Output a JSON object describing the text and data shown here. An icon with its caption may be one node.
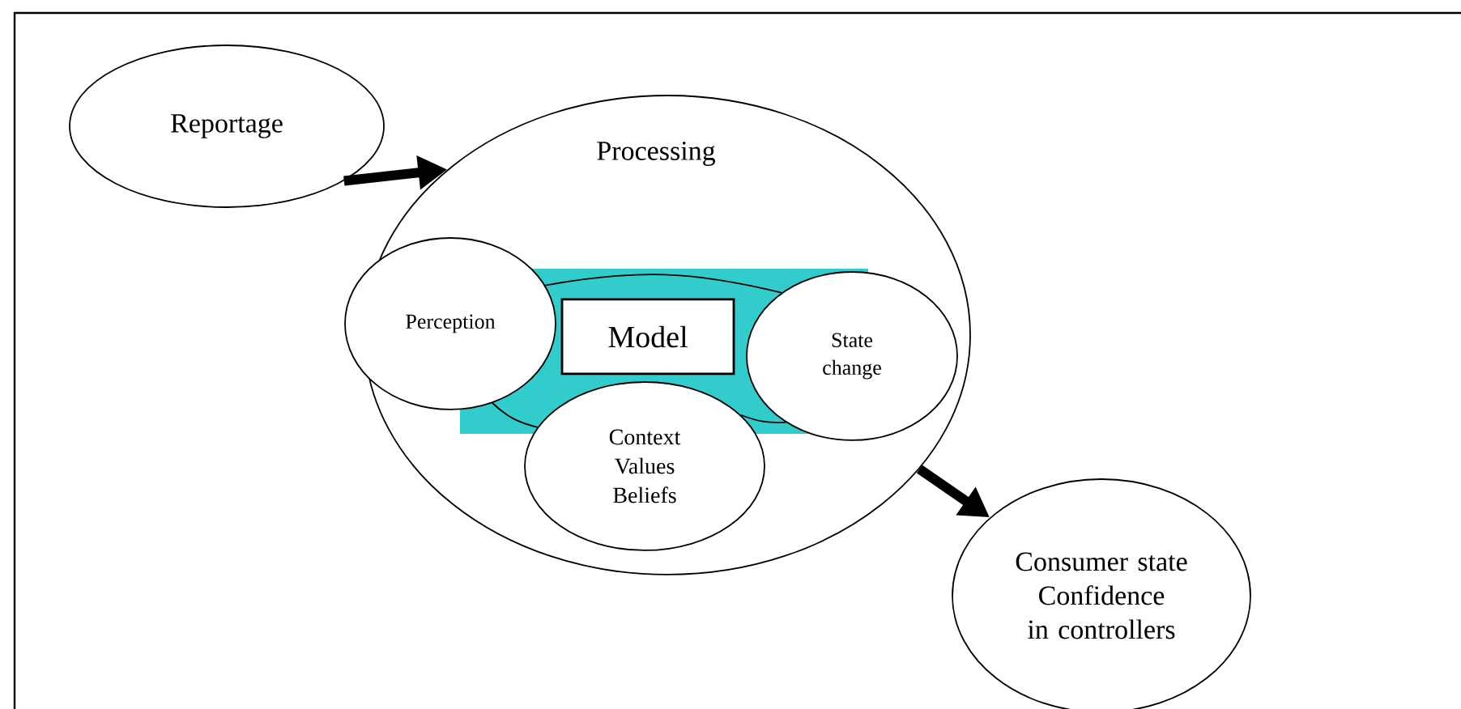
{
  "diagram": {
    "nodes": [
      {
        "text": [
          "Reportage"
        ]
      },
      {
        "text": [
          "Processing"
        ]
      },
      {
        "text": [
          "Perception"
        ],
        "in": 1
      },
      {
        "text": [
          "Model"
        ],
        "in": 1
      },
      {
        "text": [
          "State change"
        ],
        "in": 1
      },
      {
        "text": [
          "Context Values Beliefs"
        ],
        "in": 1
      },
      {
        "text": [
          "Consumer state Confidence in controllers"
        ]
      }
    ],
    "edges": [
      {
        "from": 0,
        "to": 1,
        "arrow": "to",
        "style": "thick"
      },
      {
        "from": 1,
        "to": 6,
        "arrow": "to",
        "style": "thick"
      },
      {
        "from": 2,
        "to": 4,
        "arrow": "none"
      },
      {
        "from": 2,
        "to": 5,
        "arrow": "none"
      },
      {
        "from": 5,
        "to": 4,
        "arrow": "none"
      }
    ]
  }
}
